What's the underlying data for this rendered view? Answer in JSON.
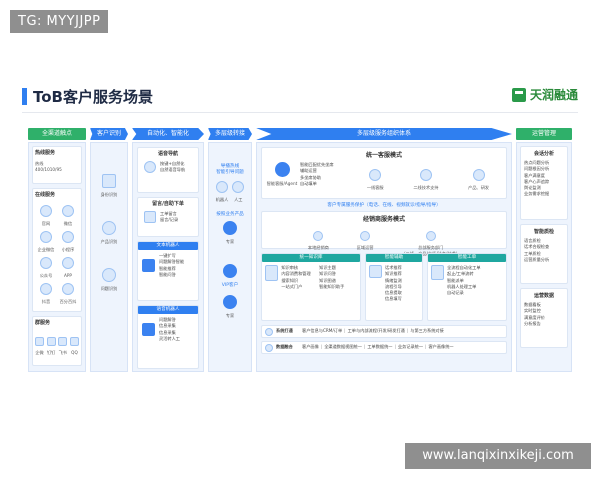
{
  "tag": "TG: MYYJJPP",
  "title": "ToB客户服务场景",
  "logo": "天润融通",
  "watermark": "www.lanqixinxikeji.com",
  "columns": {
    "c1": {
      "header": "全渠道触点",
      "hotline": {
        "title": "热线服务",
        "sub": "热线",
        "numbers": "400/1010/95"
      },
      "online": {
        "title": "在线服务",
        "items": [
          "官网",
          "微信",
          "企业微信",
          "小程序",
          "公众号",
          "APP",
          "抖音",
          "百分百抖"
        ]
      },
      "group": {
        "title": "群服务",
        "items": [
          "企微",
          "钉钉",
          "飞书",
          "QQ"
        ]
      }
    },
    "c2": {
      "header": "客户识别",
      "items": [
        "身份识别",
        "产品识别",
        "问题识别"
      ]
    },
    "c3": {
      "header": "自动化、智能化",
      "cards": [
        {
          "title": "语音导航",
          "lines": [
            "按键+自然化",
            "自然语音导航"
          ]
        },
        {
          "title": "留言/自助下单",
          "lines": [
            "工单留言",
            "留言/记录"
          ]
        },
        {
          "title": "文本机器人",
          "lines": [
            "一键扩写",
            "问题解答智能",
            "智能推荐",
            "智能问答"
          ]
        },
        {
          "title": "语音机器人",
          "lines": [
            "问题解答",
            "信息采集",
            "信息采集",
            "灵活转人工"
          ]
        }
      ]
    },
    "c4": {
      "header": "多层级转接",
      "top": "导播热线",
      "top_sub": "智能引导问题",
      "robot": "机器人",
      "human": "人工",
      "route": "按照业务产品",
      "expert": "专家",
      "vip": "VIP客户",
      "expert2": "专家"
    },
    "c5": {
      "header": "多层级服务组织体系",
      "tier1": {
        "title": "统一客服模式",
        "bullets": [
          "智能匹配优先坐席",
          "辅助运营",
          "多坐席协助",
          "自动填单"
        ],
        "nodes": [
          "一线客服",
          "二线技术支持",
          "产品、研发"
        ],
        "first": "智能客服/Agent"
      },
      "link": "客户专属服务保护（电话、在线、视频就诊/指导/指导）",
      "tier2": {
        "title": "经销商服务模式",
        "nodes": [
          "本地经销商",
          "区域运营",
          "总部服务部门"
        ],
        "note": "（二线、产品/市场/法务/技术）"
      },
      "panels": [
        {
          "title": "统一知识库",
          "items": [
            "知识审核",
            "知识主题",
            "内容消费和管理",
            "知识问答",
            "搜索知识",
            "知识图谱",
            "一站式门户",
            "智能知识助手"
          ]
        },
        {
          "title": "智能辅助",
          "items": [
            "话术推荐",
            "知识推荐",
            "情绪监测",
            "流程引导",
            "信息提取",
            "信息填写"
          ]
        },
        {
          "title": "智能工单",
          "items": [
            "全流程自动化工单",
            "起止/工单流转",
            "智能派单",
            "机器人处理工单",
            "自动记录"
          ]
        }
      ],
      "rows": [
        {
          "label": "系统打通",
          "cells": [
            "客户信息与CRM/订单",
            "工单与内部流程/开发/研发打通",
            "与第三方系统对接"
          ]
        },
        {
          "label": "数据融合",
          "cells": [
            "客户画像",
            "全渠道数据视图统一",
            "工单数据统一",
            "业务记录统一",
            "客户画像统一"
          ]
        }
      ]
    },
    "c6": {
      "header": "运营管理",
      "sections": [
        {
          "title": "会话分析",
          "items": [
            "热点问题分析",
            "问题根因分析",
            "客户满意度",
            "客户心声追踪",
            "舆论监测",
            "业务需求挖掘"
          ]
        },
        {
          "title": "智能质检",
          "items": [
            "语言质检",
            "话术合规检查",
            "工单质检",
            "运营质量分析"
          ]
        },
        {
          "title": "运营数据",
          "items": [
            "数据看板",
            "实时监控",
            "满意度评价",
            "分析报告"
          ]
        }
      ]
    }
  }
}
